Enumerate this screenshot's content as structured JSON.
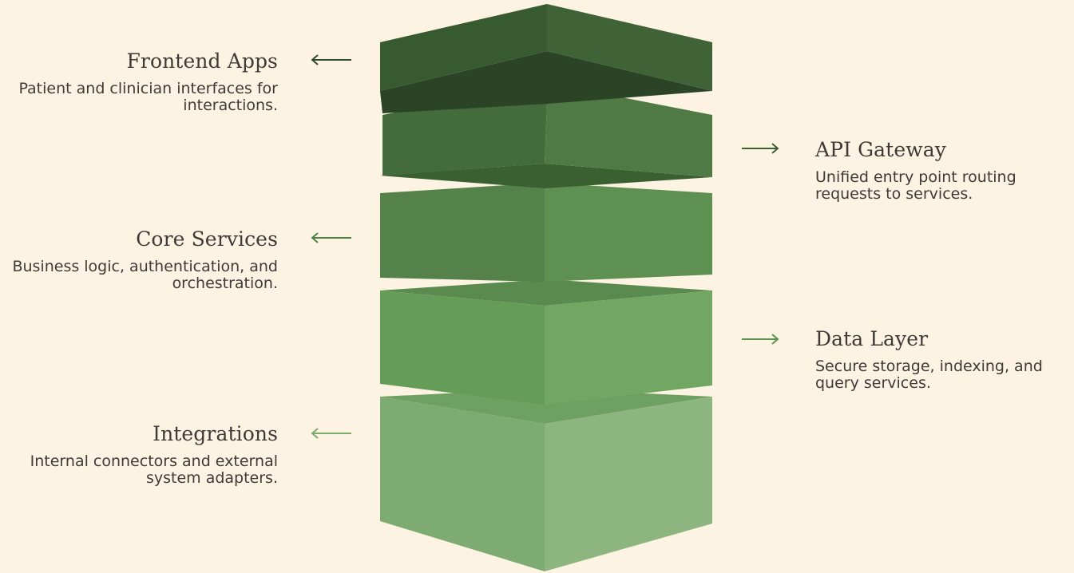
{
  "layers": [
    {
      "id": "frontend",
      "title": "Frontend Apps",
      "description": "Patient and clinician interfaces for interactions.",
      "side": "left",
      "color": "#3d6b35"
    },
    {
      "id": "gateway",
      "title": "API Gateway",
      "description": "Unified entry point routing requests to services.",
      "side": "right",
      "color": "#3d6b35"
    },
    {
      "id": "core",
      "title": "Core Services",
      "description": "Business logic, authentication, and orchestration.",
      "side": "left",
      "color": "#4e8445"
    },
    {
      "id": "data",
      "title": "Data Layer",
      "description": "Secure storage, indexing, and query services.",
      "side": "right",
      "color": "#4e8445"
    },
    {
      "id": "integrations",
      "title": "Integrations",
      "description": "Internal connectors and external system adapters.",
      "side": "left",
      "color": "#6ea062"
    }
  ],
  "colors": {
    "background": "#fdf3e3",
    "text": "#3e3a36"
  }
}
